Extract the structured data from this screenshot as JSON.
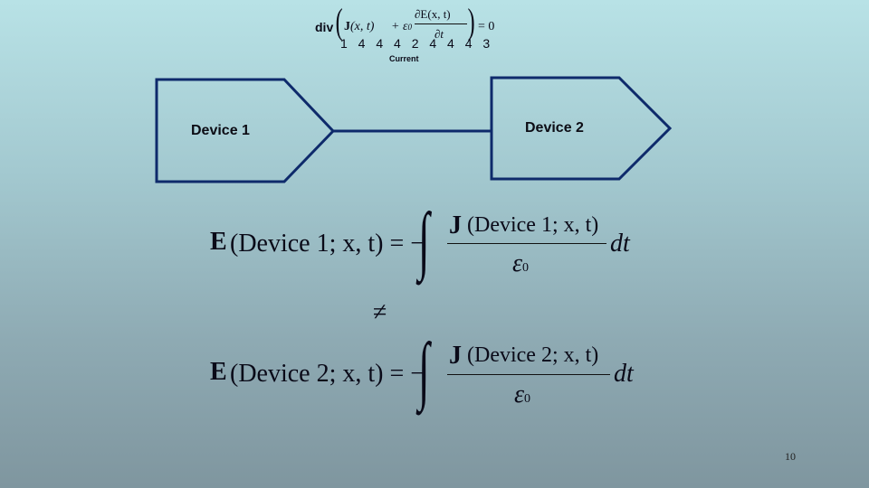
{
  "top_equation": {
    "div": "div",
    "J": "J",
    "args": "(x, t)",
    "plus_eps": "+ ε",
    "eps_sub": "0",
    "frac_num": "∂E(x, t)",
    "frac_den": "∂t",
    "equals_zero": "= 0",
    "brace_digits": "1 4 4 4 2 4 4 4 3",
    "underbrace_label": "Current"
  },
  "diagram": {
    "device1_label": "Device 1",
    "device2_label": "Device 2"
  },
  "equation1": {
    "lhs_E": "E",
    "lhs_args": "(Device 1; x, t) = −",
    "num_J": "J",
    "num_args": "(Device 1; x, t)",
    "den": "ε",
    "den_sub": "0",
    "dt": "dt"
  },
  "not_equal": "≠",
  "equation2": {
    "lhs_E": "E",
    "lhs_args": "(Device 2; x, t) = −",
    "num_J": "J",
    "num_args": "(Device 2; x, t)",
    "den": "ε",
    "den_sub": "0",
    "dt": "dt"
  },
  "page_number": "10"
}
